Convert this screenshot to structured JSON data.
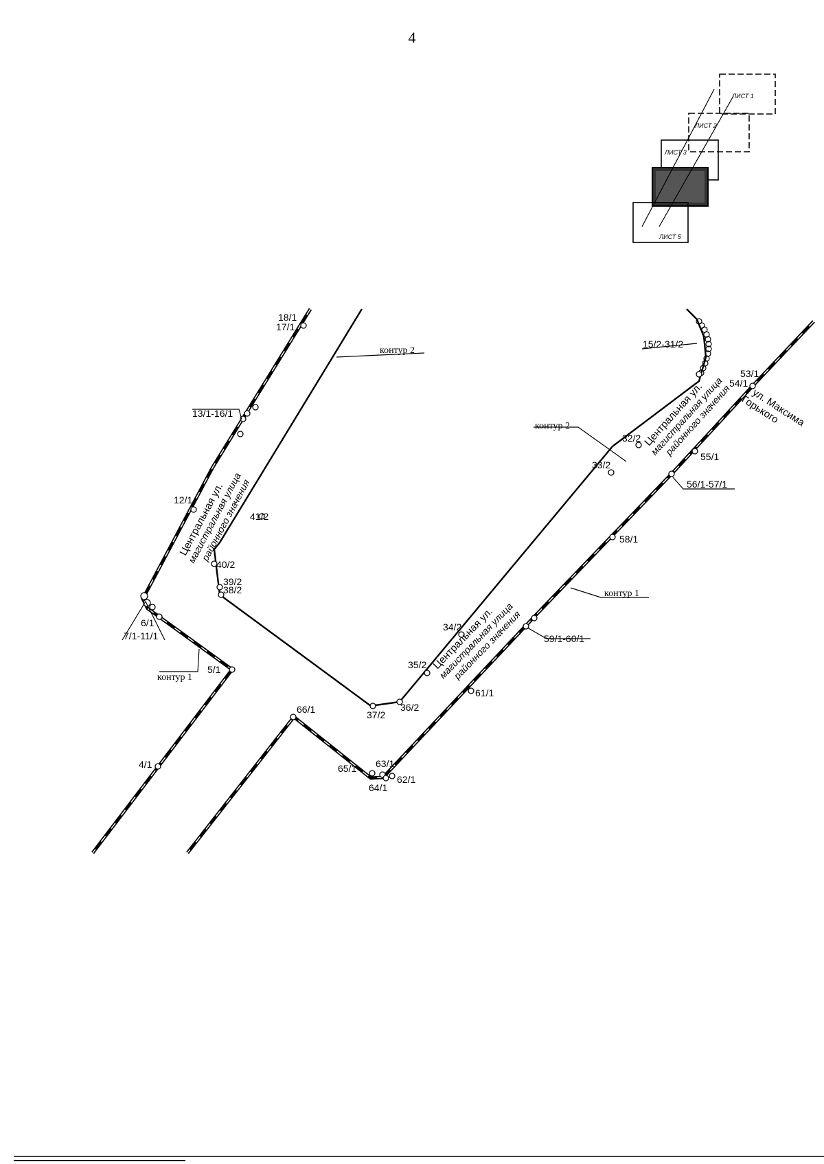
{
  "page": {
    "number": "4"
  },
  "index_map": {
    "sheets": [
      "ЛИСТ 1",
      "ЛИСТ 2",
      "ЛИСТ 3",
      "ЛИСТ 5"
    ]
  },
  "contours": {
    "contour_1": "контур 1",
    "contour_2": "контур 2"
  },
  "streets": {
    "central_a": {
      "line1": "Центральная ул.",
      "line2": "магистральная улица",
      "line3": "районного значения"
    },
    "central_b": {
      "line1": "Центральная ул.",
      "line2": "магистральная улица",
      "line3": "районного значения"
    },
    "central_c": {
      "line1": "Центральная ул.",
      "line2": "магистральная улица",
      "line3": "районного значения"
    },
    "gorky": {
      "line1": "ул. Максима",
      "line2": "Горького"
    }
  },
  "points": {
    "p18_1": "18/1",
    "p17_1": "17/1",
    "p13_16": "13/1-16/1",
    "p12_1": "12/1",
    "p41_2": "41/2",
    "p40_2": "40/2",
    "p39_2": "39/2",
    "p38_2": "38/2",
    "p6_1": "6/1",
    "p7_11": "7/1-11/1",
    "p5_1": "5/1",
    "p4_1": "4/1",
    "p15_31": "15/2-31/2",
    "p53_1": "53/1",
    "p54_1": "54/1",
    "p32_2": "32/2",
    "p33_2": "33/2",
    "p55_1": "55/1",
    "p56_57": "56/1-57/1",
    "p58_1": "58/1",
    "p34_2": "34/2",
    "p35_2": "35/2",
    "p36_2": "36/2",
    "p37_2": "37/2",
    "p59_60": "59/1-60/1",
    "p61_1": "61/1",
    "p66_1": "66/1",
    "p65_1": "65/1",
    "p63_1": "63/1",
    "p64_1": "64/1",
    "p62_1": "62/1"
  }
}
